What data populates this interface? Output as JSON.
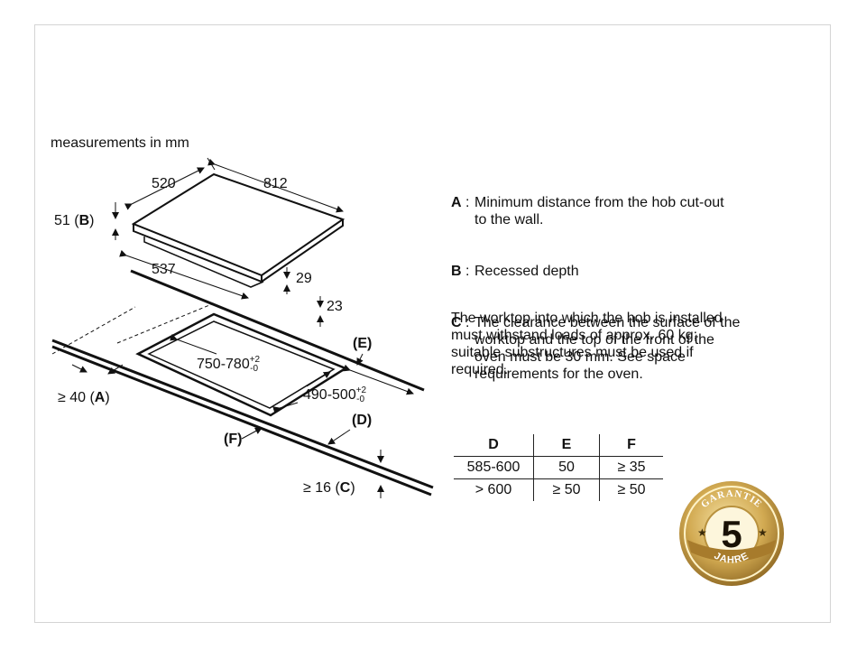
{
  "diagram": {
    "caption": "measurements in mm",
    "dims": {
      "depth": "520",
      "width": "812",
      "recessed": "51 (",
      "recessed_key": "B",
      "recessed_end": ")",
      "inner": "537",
      "h29": "29",
      "h23": "23",
      "cut_w": "750-780",
      "cut_w_sup": "+2",
      "cut_w_sub": "-0",
      "cut_d": "490-500",
      "cut_d_sup": "+2",
      "cut_d_sub": "-0",
      "wall": "≥ 40 (",
      "wall_key": "A",
      "wall_end": ")",
      "e_label": "(E)",
      "d_label": "(D)",
      "f_label": "(F)",
      "clear": "≥ 16 (",
      "clear_key": "C",
      "clear_end": ")"
    }
  },
  "legend": [
    {
      "key": "A",
      "text": "Minimum distance from the hob cut-out\nto the wall."
    },
    {
      "key": "B",
      "text": "Recessed depth"
    },
    {
      "key": "C",
      "text": "The clearance between the surface of the\nworktop and the top of the front of the\noven must be 30 mm. See space\nrequirements for the oven."
    }
  ],
  "note": "The worktop into which the hob is installed\nmust withstand loads of approx. 60 kg;\nsuitable substructures must be used if\nrequired.",
  "table": {
    "headers": [
      "D",
      "E",
      "F"
    ],
    "rows": [
      [
        "585-600",
        "50",
        "≥ 35"
      ],
      [
        "> 600",
        "≥ 50",
        "≥ 50"
      ]
    ]
  },
  "badge": {
    "top": "GARANTIE",
    "number": "5",
    "bottom": "JAHRE",
    "colors": {
      "gold": "#c9a04a",
      "dark_gold": "#8a6420",
      "light_gold": "#f2dc9a"
    }
  }
}
